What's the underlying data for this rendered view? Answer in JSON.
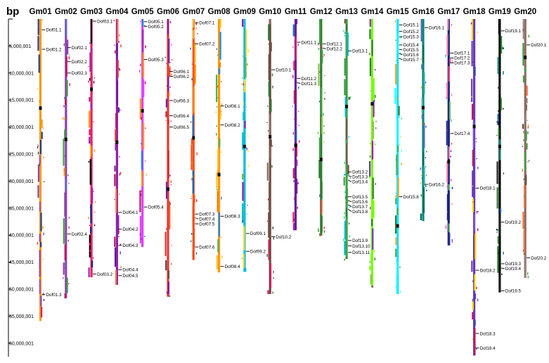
{
  "axis": {
    "unit": "bp",
    "ticks": [
      {
        "label": "5,000,001",
        "value": 5000001
      },
      {
        "label": "10,000,001",
        "value": 10000001
      },
      {
        "label": "15,000,001",
        "value": 15000001
      },
      {
        "label": "20,000,001",
        "value": 20000001
      },
      {
        "label": "25,000,001",
        "value": 25000001
      },
      {
        "label": "30,000,001",
        "value": 30000001
      },
      {
        "label": "35,000,001",
        "value": 35000001
      },
      {
        "label": "40,000,001",
        "value": 40000001
      },
      {
        "label": "45,000,001",
        "value": 45000001
      },
      {
        "label": "50,000,001",
        "value": 50000001
      },
      {
        "label": "55,000,001",
        "value": 55000001
      },
      {
        "label": "60,000,001",
        "value": 60000001
      }
    ]
  },
  "chromosomes": [
    {
      "name": "Gm01",
      "length": 55900000,
      "centromere": 16500000,
      "colors": [
        "#f39c12",
        "#8e44ad",
        "#2c3e80",
        "#d81b60",
        "#9b59b6"
      ],
      "genes": [
        {
          "label": "Dof01.1",
          "pos": 2000000
        },
        {
          "label": "Dof01.2",
          "pos": 5600000
        },
        {
          "label": "Dof01.3",
          "pos": 51000000
        }
      ]
    },
    {
      "name": "Gm02",
      "length": 51700000,
      "centromere": 22300000,
      "colors": [
        "#8e44ad",
        "#c2185b",
        "#43a047",
        "#ff9800",
        "#5c6bc0"
      ],
      "genes": [
        {
          "label": "Dof02.1",
          "pos": 5300000
        },
        {
          "label": "Dof02.2",
          "pos": 7900000
        },
        {
          "label": "Dof02.3",
          "pos": 10000000
        },
        {
          "label": "Dof02.4",
          "pos": 39800000
        }
      ]
    },
    {
      "name": "Gm03",
      "length": 47800000,
      "centromere": 13000000,
      "colors": [
        "#e91e63",
        "#9c27b0",
        "#1a237e",
        "#000000",
        "#ff9800"
      ],
      "genes": [
        {
          "label": "Dof03.1",
          "pos": 400000
        },
        {
          "label": "Dof03.2",
          "pos": 47200000
        }
      ]
    },
    {
      "name": "Gm04",
      "length": 49200000,
      "centromere": 22800000,
      "colors": [
        "#8e24aa",
        "#e53935",
        "#c2185b",
        "#6a1b9a",
        "#ff7043"
      ],
      "genes": [
        {
          "label": "Dof04.1",
          "pos": 35800000
        },
        {
          "label": "Dof04.2",
          "pos": 38900000
        },
        {
          "label": "Dof04.3",
          "pos": 41900000
        },
        {
          "label": "Dof04.4",
          "pos": 46400000
        },
        {
          "label": "Dof04.5",
          "pos": 47500000
        }
      ]
    },
    {
      "name": "Gm05",
      "length": 42200000,
      "centromere": 17000000,
      "colors": [
        "#e040fb",
        "#1e88e5",
        "#ff9800",
        "#9c27b0",
        "#c2185b"
      ],
      "genes": [
        {
          "label": "Dof05.1",
          "pos": 500000
        },
        {
          "label": "Dof05.2",
          "pos": 1300000
        },
        {
          "label": "Dof05.3",
          "pos": 7500000
        },
        {
          "label": "Dof05.4",
          "pos": 34800000
        }
      ]
    },
    {
      "name": "Gm06",
      "length": 51400000,
      "centromere": 31500000,
      "colors": [
        "#e53935",
        "#d32f2f",
        "#ff5722",
        "#6d4c41",
        "#7b1fa2"
      ],
      "genes": [
        {
          "label": "Dof06.1",
          "pos": 9700000
        },
        {
          "label": "Dof06.2",
          "pos": 10600000
        },
        {
          "label": "Dof06.3",
          "pos": 15100000
        },
        {
          "label": "Dof06.4",
          "pos": 17900000
        },
        {
          "label": "Dof06.5",
          "pos": 20000000
        }
      ]
    },
    {
      "name": "Gm07",
      "length": 44600000,
      "centromere": 22000000,
      "colors": [
        "#f4511e",
        "#ff9800",
        "#c62828",
        "#1565c0",
        "#fbc02d"
      ],
      "genes": [
        {
          "label": "Dof07.1",
          "pos": 700000
        },
        {
          "label": "Dof07.2",
          "pos": 4600000
        },
        {
          "label": "Dof07.3",
          "pos": 36100000
        },
        {
          "label": "Dof07.4",
          "pos": 36800000
        },
        {
          "label": "Dof07.5",
          "pos": 37900000
        },
        {
          "label": "Dof07.6",
          "pos": 42200000
        }
      ]
    },
    {
      "name": "Gm08",
      "length": 46900000,
      "centromere": 28800000,
      "colors": [
        "#ff9800",
        "#fbc02d",
        "#f57c00",
        "#1e88e5",
        "#4caf50"
      ],
      "genes": [
        {
          "label": "Dof08.1",
          "pos": 16100000
        },
        {
          "label": "Dof08.2",
          "pos": 19600000
        },
        {
          "label": "Dof08.3",
          "pos": 36500000
        },
        {
          "label": "Dof08.4",
          "pos": 45800000
        }
      ]
    },
    {
      "name": "Gm09",
      "length": 46800000,
      "centromere": 23600000,
      "colors": [
        "#00bcd4",
        "#ffc107",
        "#fdd835",
        "#7cb342",
        "#8e24aa"
      ],
      "genes": [
        {
          "label": "Dof09.1",
          "pos": 39700000
        },
        {
          "label": "Dof09.2",
          "pos": 43000000
        }
      ]
    },
    {
      "name": "Gm10",
      "length": 50900000,
      "centromere": 21800000,
      "colors": [
        "#6d4c41",
        "#795548",
        "#8d6e63",
        "#2e7d32",
        "#d81b60"
      ],
      "genes": [
        {
          "label": "Dof10.1",
          "pos": 9400000
        },
        {
          "label": "Dof10.2",
          "pos": 40300000
        }
      ]
    },
    {
      "name": "Gm11",
      "length": 39100000,
      "centromere": 23400000,
      "colors": [
        "#6a1b9a",
        "#c2185b",
        "#1565c0",
        "#e91e63",
        "#9c27b0"
      ],
      "genes": [
        {
          "label": "Dof11.1",
          "pos": 4300000
        },
        {
          "label": "Dof11.2",
          "pos": 11000000
        },
        {
          "label": "Dof11.3",
          "pos": 11800000
        }
      ]
    },
    {
      "name": "Gm12",
      "length": 40100000,
      "centromere": 26000000,
      "colors": [
        "#2e7d32",
        "#8bc34a",
        "#795548",
        "#43a047",
        "#f44336"
      ],
      "genes": [
        {
          "label": "Dof12.1",
          "pos": 4600000
        },
        {
          "label": "Dof12.2",
          "pos": 5400000
        }
      ]
    },
    {
      "name": "Gm13",
      "length": 44400000,
      "centromere": 16200000,
      "colors": [
        "#43a047",
        "#00e676",
        "#2e7d32",
        "#795548",
        "#00bcd4"
      ],
      "genes": [
        {
          "label": "Dof13.1",
          "pos": 5900000
        },
        {
          "label": "Dof13.2",
          "pos": 28300000
        },
        {
          "label": "Dof13.3",
          "pos": 29000000
        },
        {
          "label": "Dof13.4",
          "pos": 29800000
        },
        {
          "label": "Dof13.5",
          "pos": 32900000
        },
        {
          "label": "Dof13.6",
          "pos": 33600000
        },
        {
          "label": "Dof13.7",
          "pos": 34400000
        },
        {
          "label": "Dof13.8",
          "pos": 35200000
        },
        {
          "label": "Dof13.9",
          "pos": 41000000
        },
        {
          "label": "Dof13.10",
          "pos": 42000000
        },
        {
          "label": "Dof13.11",
          "pos": 43200000
        }
      ]
    },
    {
      "name": "Gm14",
      "length": 49700000,
      "centromere": 15700000,
      "colors": [
        "#76ff03",
        "#8bc34a",
        "#9c27b0",
        "#673ab7",
        "#2e7d32"
      ],
      "genes": []
    },
    {
      "name": "Gm15",
      "length": 50900000,
      "centromere": 38300000,
      "colors": [
        "#00e5ff",
        "#18ffff",
        "#2e7d32",
        "#ffa726",
        "#4caf50"
      ],
      "genes": [
        {
          "label": "Dof15.1",
          "pos": 1100000
        },
        {
          "label": "Dof15.2",
          "pos": 2300000
        },
        {
          "label": "Dof15.3",
          "pos": 3300000
        },
        {
          "label": "Dof15.4",
          "pos": 4800000
        },
        {
          "label": "Dof15.5",
          "pos": 5600000
        },
        {
          "label": "Dof15.6",
          "pos": 6400000
        },
        {
          "label": "Dof15.7",
          "pos": 7300000
        },
        {
          "label": "Dof15.8",
          "pos": 32900000
        }
      ]
    },
    {
      "name": "Gm16",
      "length": 37400000,
      "centromere": 16400000,
      "colors": [
        "#00897b",
        "#00695c",
        "#5c6bc0",
        "#ffa726",
        "#4db6ac"
      ],
      "genes": [
        {
          "label": "Dof16.1",
          "pos": 1600000
        },
        {
          "label": "Dof16.2",
          "pos": 30600000
        }
      ]
    },
    {
      "name": "Gm17",
      "length": 41900000,
      "centromere": 26400000,
      "colors": [
        "#1a237e",
        "#283593",
        "#ff80ab",
        "#ec407a",
        "#66bb6a"
      ],
      "genes": [
        {
          "label": "Dof17.1",
          "pos": 6300000
        },
        {
          "label": "Dof17.2",
          "pos": 7200000
        },
        {
          "label": "Dof17.3",
          "pos": 8100000
        },
        {
          "label": "Dof17.4",
          "pos": 21200000
        }
      ]
    },
    {
      "name": "Gm18",
      "length": 62300000,
      "centromere": 19900000,
      "colors": [
        "#673ab7",
        "#7e57c2",
        "#ffd600",
        "#c2185b",
        "#3949ab"
      ],
      "genes": [
        {
          "label": "Dof18.1",
          "pos": 31300000
        },
        {
          "label": "Dof18.2",
          "pos": 46500000
        },
        {
          "label": "Dof18.3",
          "pos": 58200000
        },
        {
          "label": "Dof18.4",
          "pos": 60900000
        }
      ]
    },
    {
      "name": "Gm19",
      "length": 50600000,
      "centromere": 23600000,
      "colors": [
        "#000000",
        "#212121",
        "#00897b",
        "#2e7d32",
        "#1565c0"
      ],
      "genes": [
        {
          "label": "Dof19.1",
          "pos": 2200000
        },
        {
          "label": "Dof19.2",
          "pos": 37600000
        },
        {
          "label": "Dof19.3",
          "pos": 45300000
        },
        {
          "label": "Dof19.4",
          "pos": 46100000
        },
        {
          "label": "Dof19.5",
          "pos": 50300000
        }
      ]
    },
    {
      "name": "Gm20",
      "length": 47900000,
      "centromere": 7100000,
      "colors": [
        "#8d6e63",
        "#a1887f",
        "#6d4c41",
        "#43a047",
        "#ff7043"
      ],
      "genes": [
        {
          "label": "Dof20.1",
          "pos": 4800000
        },
        {
          "label": "Dof20.2",
          "pos": 44200000
        }
      ]
    }
  ]
}
